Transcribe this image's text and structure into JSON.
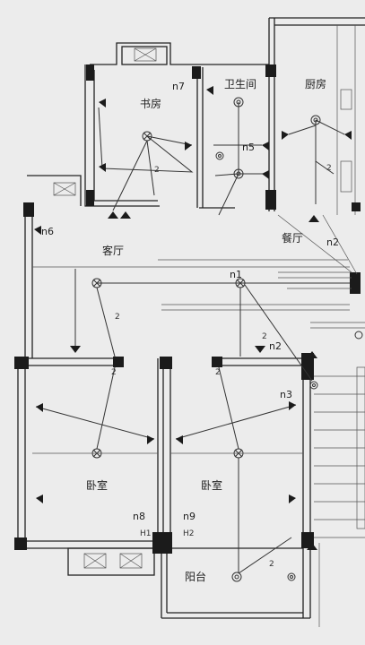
{
  "rooms": {
    "study": "书房",
    "bathroom": "卫生间",
    "kitchen": "厨房",
    "living": "客厅",
    "dining": "餐厅",
    "bedroom_left": "卧室",
    "bedroom_right": "卧室",
    "balcony": "阳台"
  },
  "circuit_labels": {
    "n7": "n7",
    "n5": "n5",
    "n6": "n6",
    "n2_dining": "n2",
    "n1": "n1",
    "n2_hall": "n2",
    "n3": "n3",
    "n8": "n8",
    "n9": "n9",
    "h1": "H1",
    "h2": "H2"
  },
  "wire_count_marks": [
    "2",
    "2",
    "2",
    "2",
    "2",
    "2",
    "2"
  ]
}
